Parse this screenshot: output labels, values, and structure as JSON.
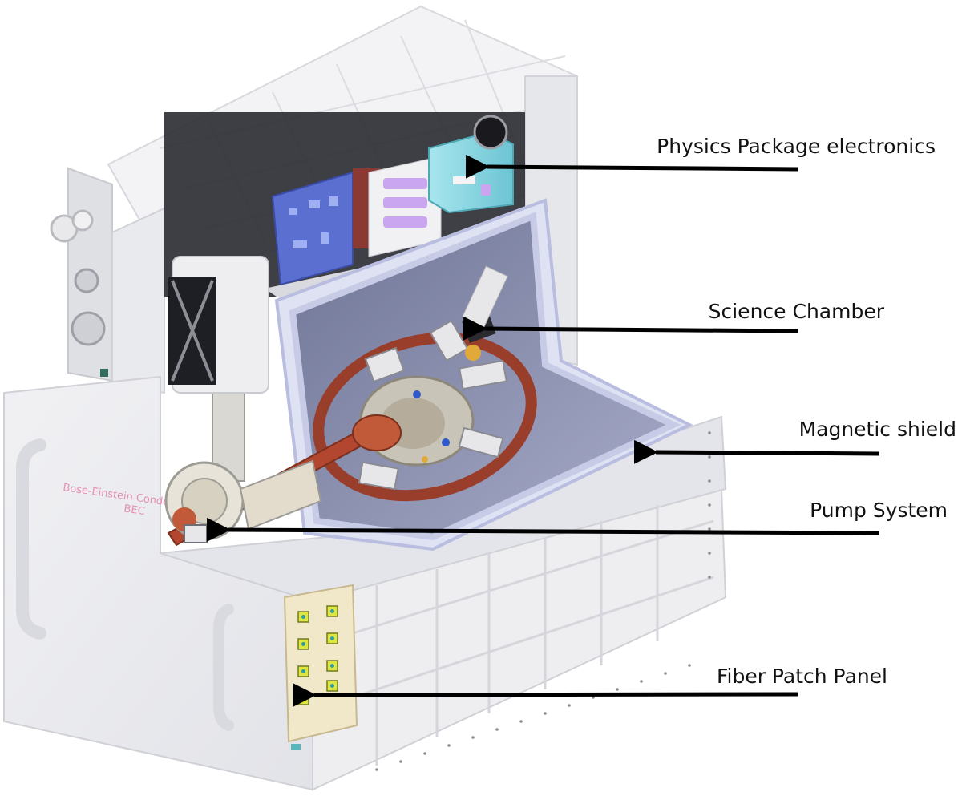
{
  "figure": {
    "description_labels": [
      {
        "id": "physics-package-electronics",
        "text": "Physics Package electronics"
      },
      {
        "id": "science-chamber",
        "text": "Science Chamber"
      },
      {
        "id": "magnetic-shield",
        "text": "Magnetic shield"
      },
      {
        "id": "pump-system",
        "text": "Pump System"
      },
      {
        "id": "fiber-patch-panel",
        "text": "Fiber Patch Panel"
      }
    ],
    "side_marking": {
      "line1": "BEC",
      "line2": "Bose-Einstein Condensate"
    }
  },
  "colors": {
    "enclosure": "#ececef",
    "enclosure_shadow": "#d7d8dd",
    "shield_blue": "#c7cbe6",
    "chamber_interior": "#8d93b6",
    "electronics_cyan": "#8fd8e2",
    "pcb_blue": "#5a6fd0",
    "board_purple": "#c9a6ef",
    "copper": "#b2462e",
    "fiber_panel": "#f1e7c9",
    "connector_yellow": "#e0e640",
    "arrow": "#000000"
  }
}
